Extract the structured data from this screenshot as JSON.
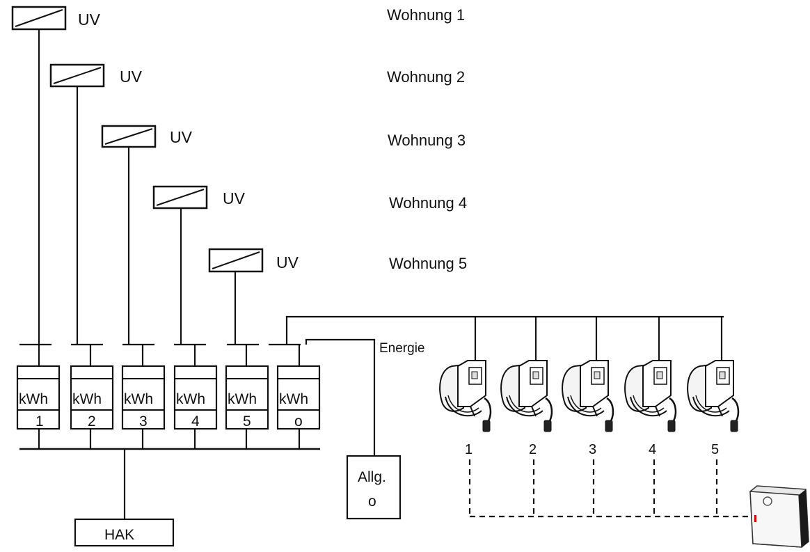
{
  "apartments": [
    {
      "panel_label": "UV",
      "name": "Wohnung 1"
    },
    {
      "panel_label": "UV",
      "name": "Wohnung 2"
    },
    {
      "panel_label": "UV",
      "name": "Wohnung 3"
    },
    {
      "panel_label": "UV",
      "name": "Wohnung 4"
    },
    {
      "panel_label": "UV",
      "name": "Wohnung 5"
    }
  ],
  "meters": [
    {
      "unit": "kWh",
      "id": "1"
    },
    {
      "unit": "kWh",
      "id": "2"
    },
    {
      "unit": "kWh",
      "id": "3"
    },
    {
      "unit": "kWh",
      "id": "4"
    },
    {
      "unit": "kWh",
      "id": "5"
    },
    {
      "unit": "kWh",
      "id": "o"
    }
  ],
  "energie_label": "Energie",
  "general_box": {
    "line1": "Allg.",
    "line2": "o"
  },
  "hak_label": "HAK",
  "chargers": [
    {
      "number": "1"
    },
    {
      "number": "2"
    },
    {
      "number": "3"
    },
    {
      "number": "4"
    },
    {
      "number": "5"
    }
  ],
  "colors": {
    "line": "#111111",
    "background": "#ffffff"
  }
}
